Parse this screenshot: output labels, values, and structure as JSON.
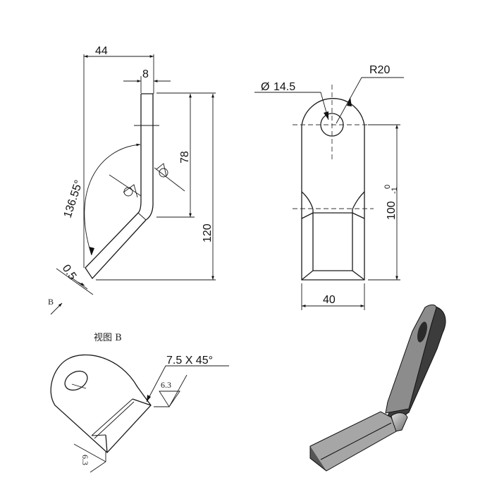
{
  "drawing": {
    "side_view": {
      "width_overall": "44",
      "thickness": "8",
      "bend_height": "78",
      "total_height": "120",
      "bend_angle": "136.55°",
      "tip_offset": "0.5",
      "view_arrow_label": "B"
    },
    "front_view": {
      "hole_diameter": "14.5",
      "diameter_symbol": "Ø",
      "radius": "R20",
      "height": "100",
      "height_tol_upper": "0",
      "height_tol_lower": "-1",
      "width": "40"
    },
    "view_b": {
      "title": "视图 B",
      "chamfer": "7.5 X 45°",
      "roughness_1": "6.3",
      "roughness_2": "6.3"
    },
    "iso_view": {
      "face_color": "#8c8c8c",
      "side_color": "#3c3c3c",
      "light_color": "#b0b0b0"
    }
  }
}
